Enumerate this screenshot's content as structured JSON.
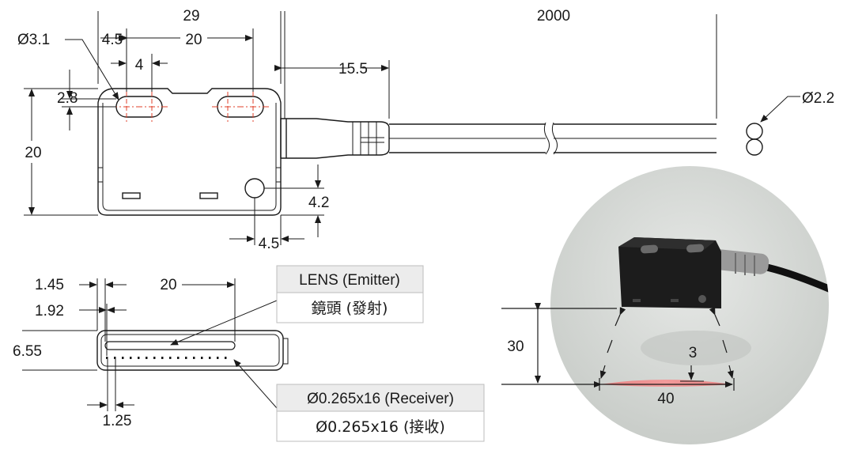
{
  "top_view": {
    "dims": {
      "overall_width": "29",
      "cable_length": "2000",
      "hole_dia": "Ø3.1",
      "hole_offset": "4.5",
      "hole_pitch": "20",
      "slot_len": "4",
      "slot_depth": "2.8",
      "height": "20",
      "cable_gland": "15.5",
      "cable_dia": "Ø2.2",
      "mount_hole_v": "4.2",
      "mount_hole_h": "4.5"
    }
  },
  "bottom_view": {
    "dims": {
      "lens_offset_1": "1.45",
      "lens_width": "20",
      "lens_offset_2": "1.92",
      "thickness": "6.55",
      "pitch": "1.25"
    },
    "lens_label_en": "LENS (Emitter)",
    "lens_label_zh": "鏡頭 (發射)",
    "receiver_label_en": "Ø0.265x16 (Receiver)",
    "receiver_label_zh": "Ø0.265x16 (接收)"
  },
  "photo": {
    "distance": "30",
    "beam_height": "3",
    "beam_width": "40"
  },
  "colors": {
    "line": "#1a1a1a",
    "centerline": "#e0412b",
    "beam": "#e87c7c",
    "label_bg": "#ececec",
    "photo_bg": "#d8dbd8",
    "sensor_body": "#1c1c1c"
  }
}
